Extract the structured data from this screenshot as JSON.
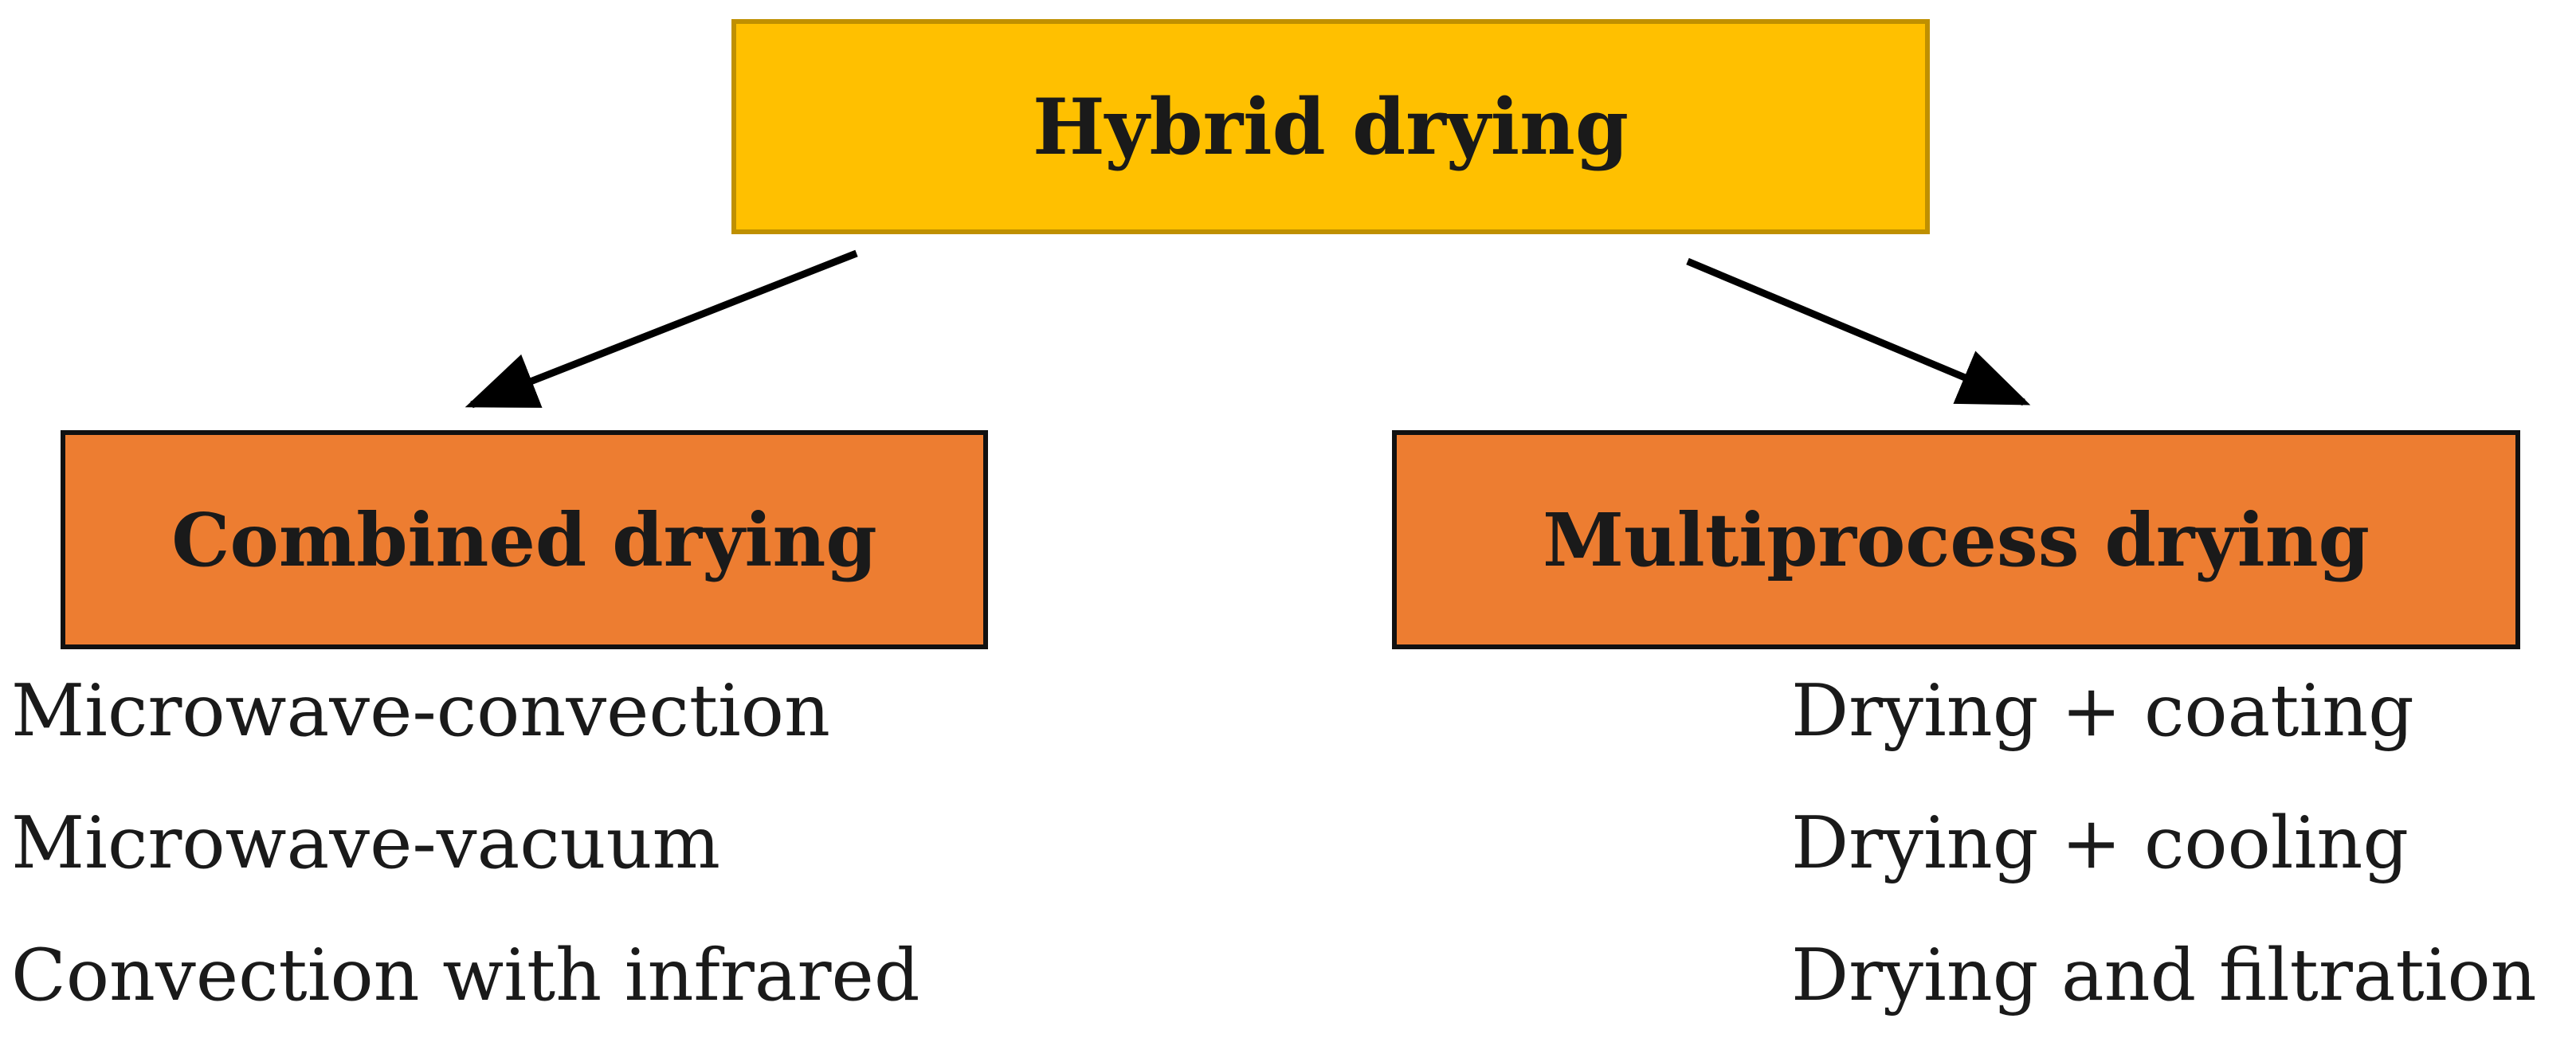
{
  "diagram": {
    "root": {
      "label": "Hybrid drying",
      "fill": "#ffc000",
      "border": "#bf9000"
    },
    "branches": [
      {
        "label": "Combined drying",
        "fill": "#ed7d31",
        "items": [
          "Microwave-convection",
          "Microwave-vacuum",
          "Convection with infrared"
        ]
      },
      {
        "label": "Multiprocess drying",
        "fill": "#ed7d31",
        "items": [
          "Drying + coating",
          "Drying + cooling",
          "Drying and filtration"
        ]
      }
    ],
    "edges": [
      {
        "from": "Hybrid drying",
        "to": "Combined drying"
      },
      {
        "from": "Hybrid drying",
        "to": "Multiprocess drying"
      }
    ]
  }
}
